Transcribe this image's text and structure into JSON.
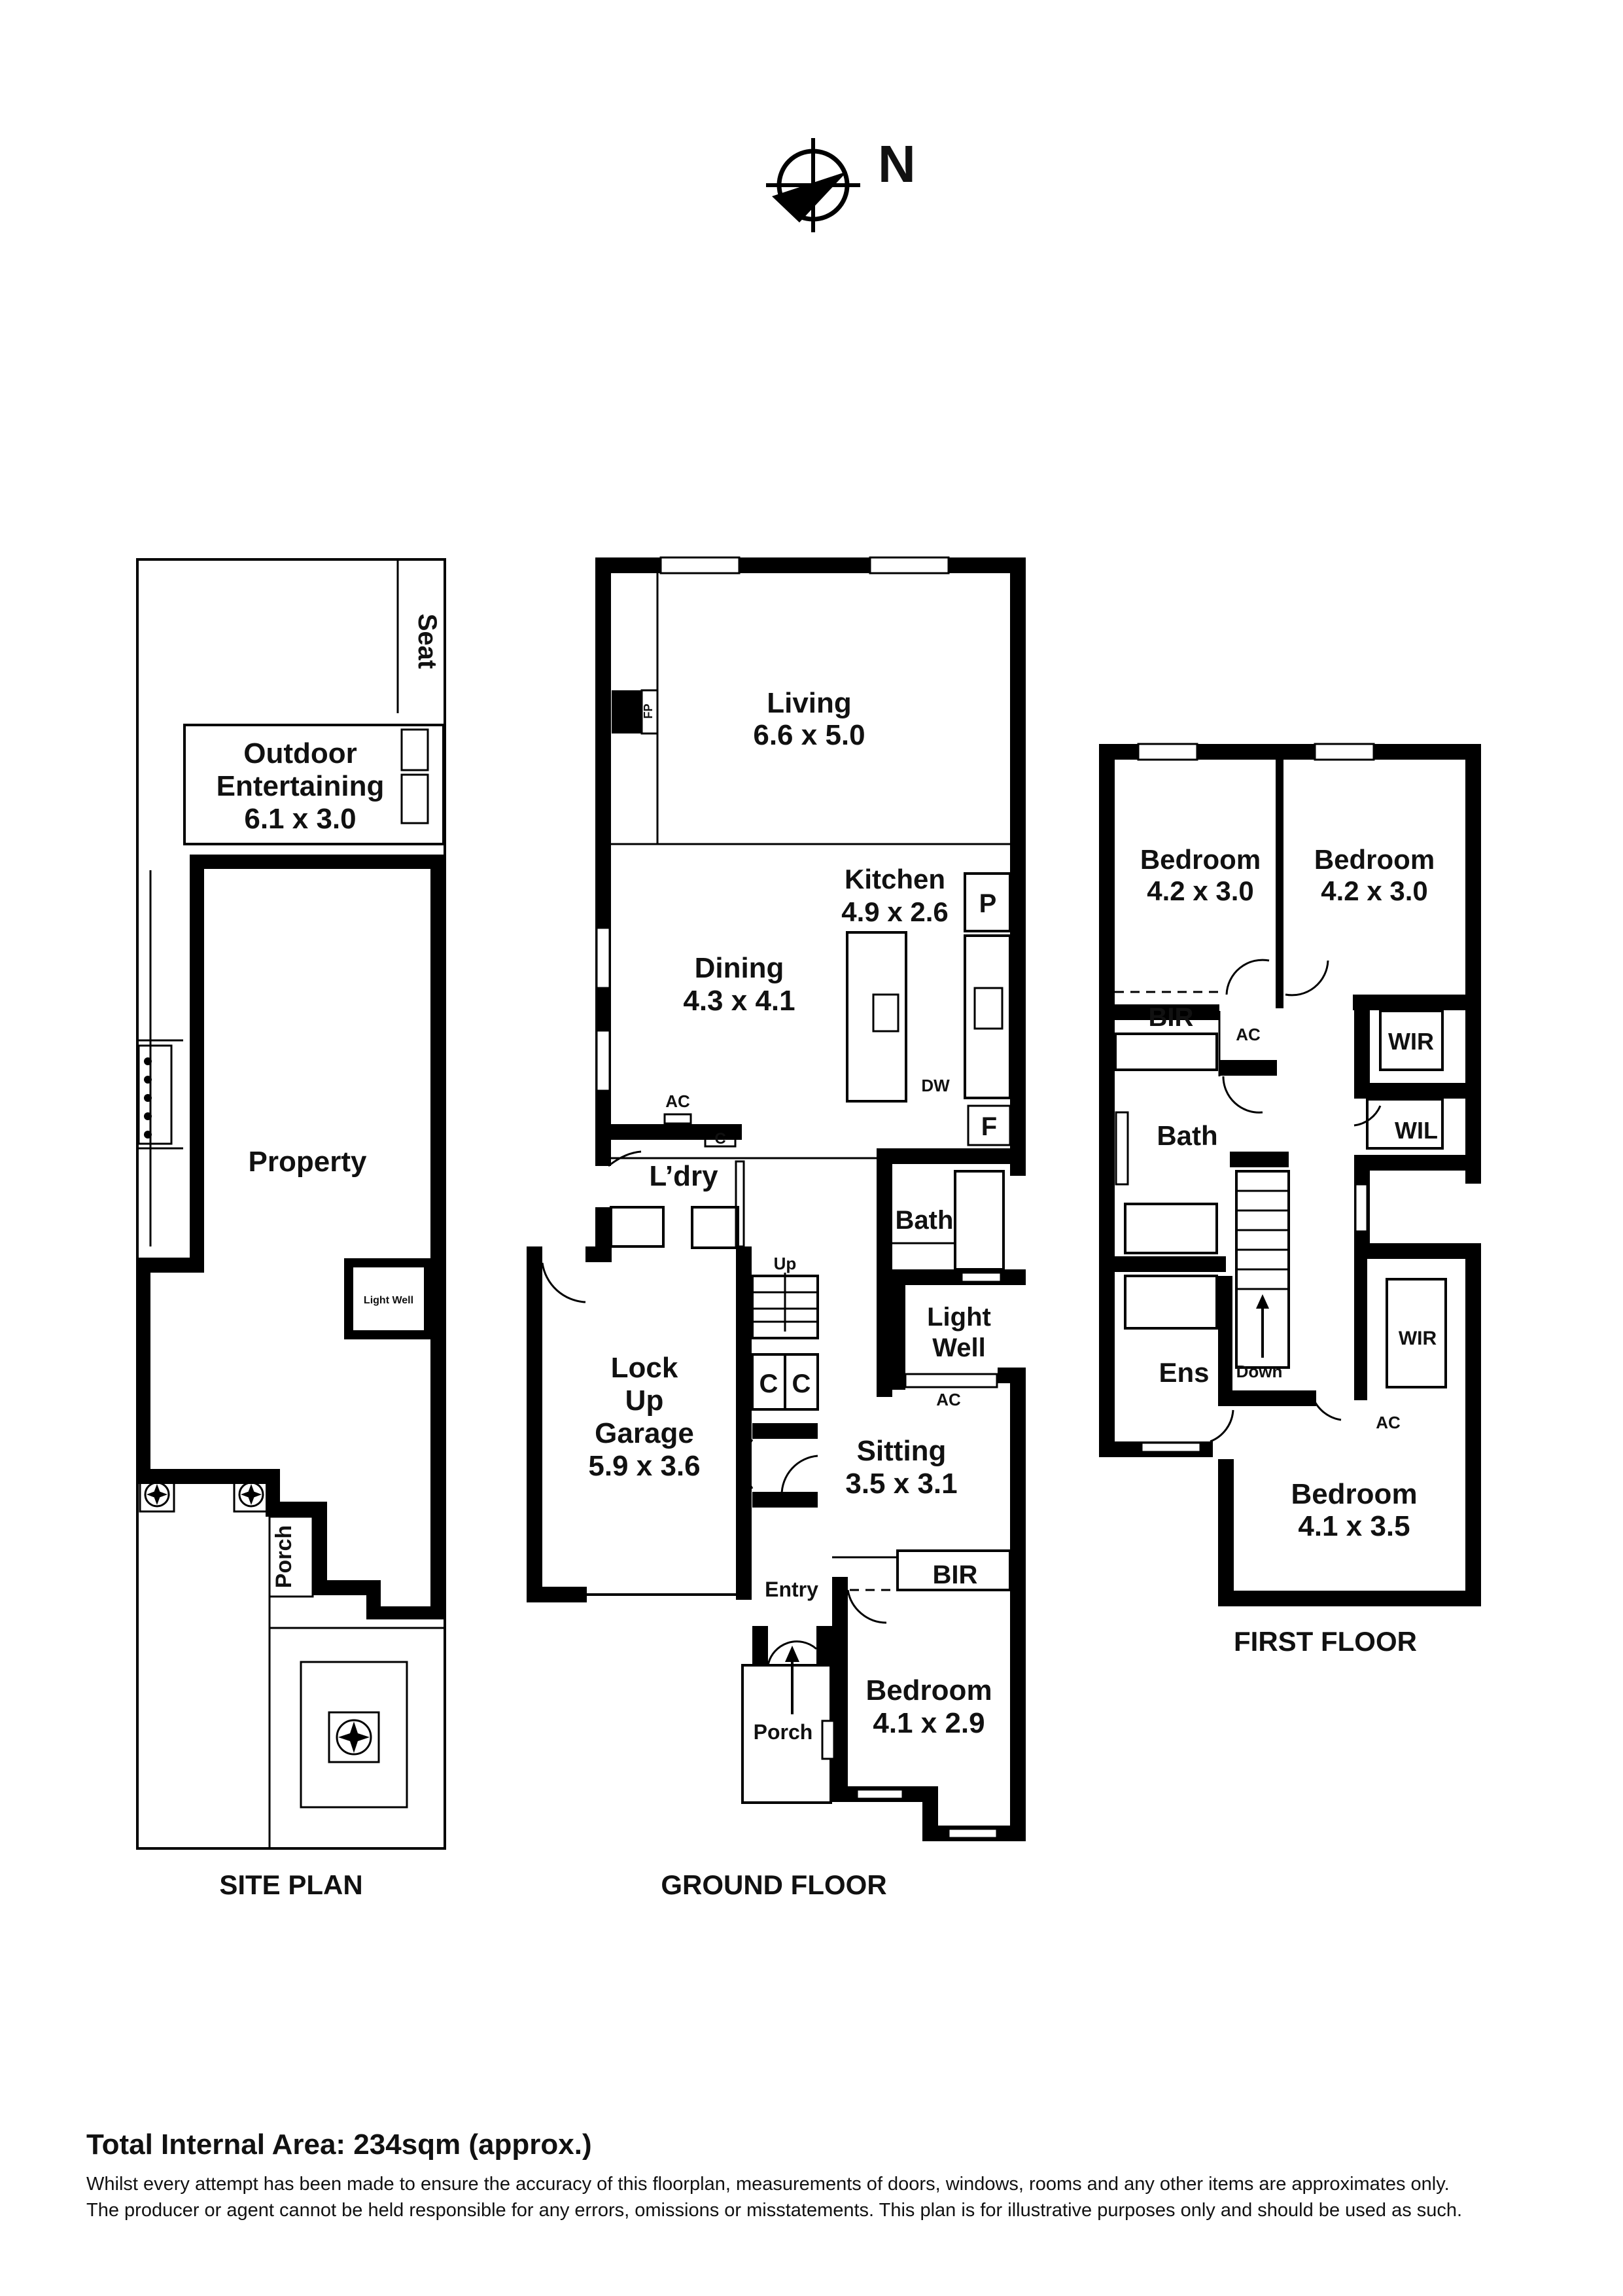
{
  "compass": {
    "label": "N"
  },
  "site_plan": {
    "title": "SITE PLAN",
    "seat": "Seat",
    "outdoor_line1": "Outdoor",
    "outdoor_line2": "Entertaining",
    "outdoor_dim": "6.1 x 3.0",
    "property": "Property",
    "light_well": "Light Well",
    "porch": "Porch"
  },
  "ground_floor": {
    "title": "GROUND FLOOR",
    "living": "Living",
    "living_dim": "6.6 x 5.0",
    "fp": "FP",
    "kitchen": "Kitchen",
    "kitchen_dim": "4.9 x 2.6",
    "pantry": "P",
    "dining": "Dining",
    "dining_dim": "4.3 x 4.1",
    "dw": "DW",
    "fridge": "F",
    "ac1": "AC",
    "cupboard": "C",
    "laundry": "L’dry",
    "bath": "Bath",
    "up": "Up",
    "light_well_1": "Light",
    "light_well_2": "Well",
    "ac2": "AC",
    "garage_1": "Lock",
    "garage_2": "Up",
    "garage_3": "Garage",
    "garage_dim": "5.9 x 3.6",
    "c1": "C",
    "c2": "C",
    "sitting": "Sitting",
    "sitting_dim": "3.5 x 3.1",
    "bir": "BIR",
    "entry": "Entry",
    "bedroom": "Bedroom",
    "bedroom_dim": "4.1 x 2.9",
    "porch": "Porch"
  },
  "first_floor": {
    "title": "FIRST FLOOR",
    "bed1": "Bedroom",
    "bed1_dim": "4.2 x 3.0",
    "bed2": "Bedroom",
    "bed2_dim": "4.2 x 3.0",
    "bir": "BIR",
    "ac1": "AC",
    "wir1": "WIR",
    "wil": "WIL",
    "bath": "Bath",
    "ens": "Ens",
    "down": "Down",
    "wir2": "WIR",
    "ac2": "AC",
    "bed3": "Bedroom",
    "bed3_dim": "4.1 x 3.5"
  },
  "footer": {
    "total_area": "Total Internal Area: 234sqm (approx.)",
    "disclaimer_1": "Whilst every attempt has been made to ensure the accuracy of this floorplan, measurements of doors, windows, rooms and any other items are approximates only.",
    "disclaimer_2": "The producer or agent cannot be held responsible for any errors, omissions or misstatements. This plan is for illustrative purposes only and should be used as such."
  }
}
